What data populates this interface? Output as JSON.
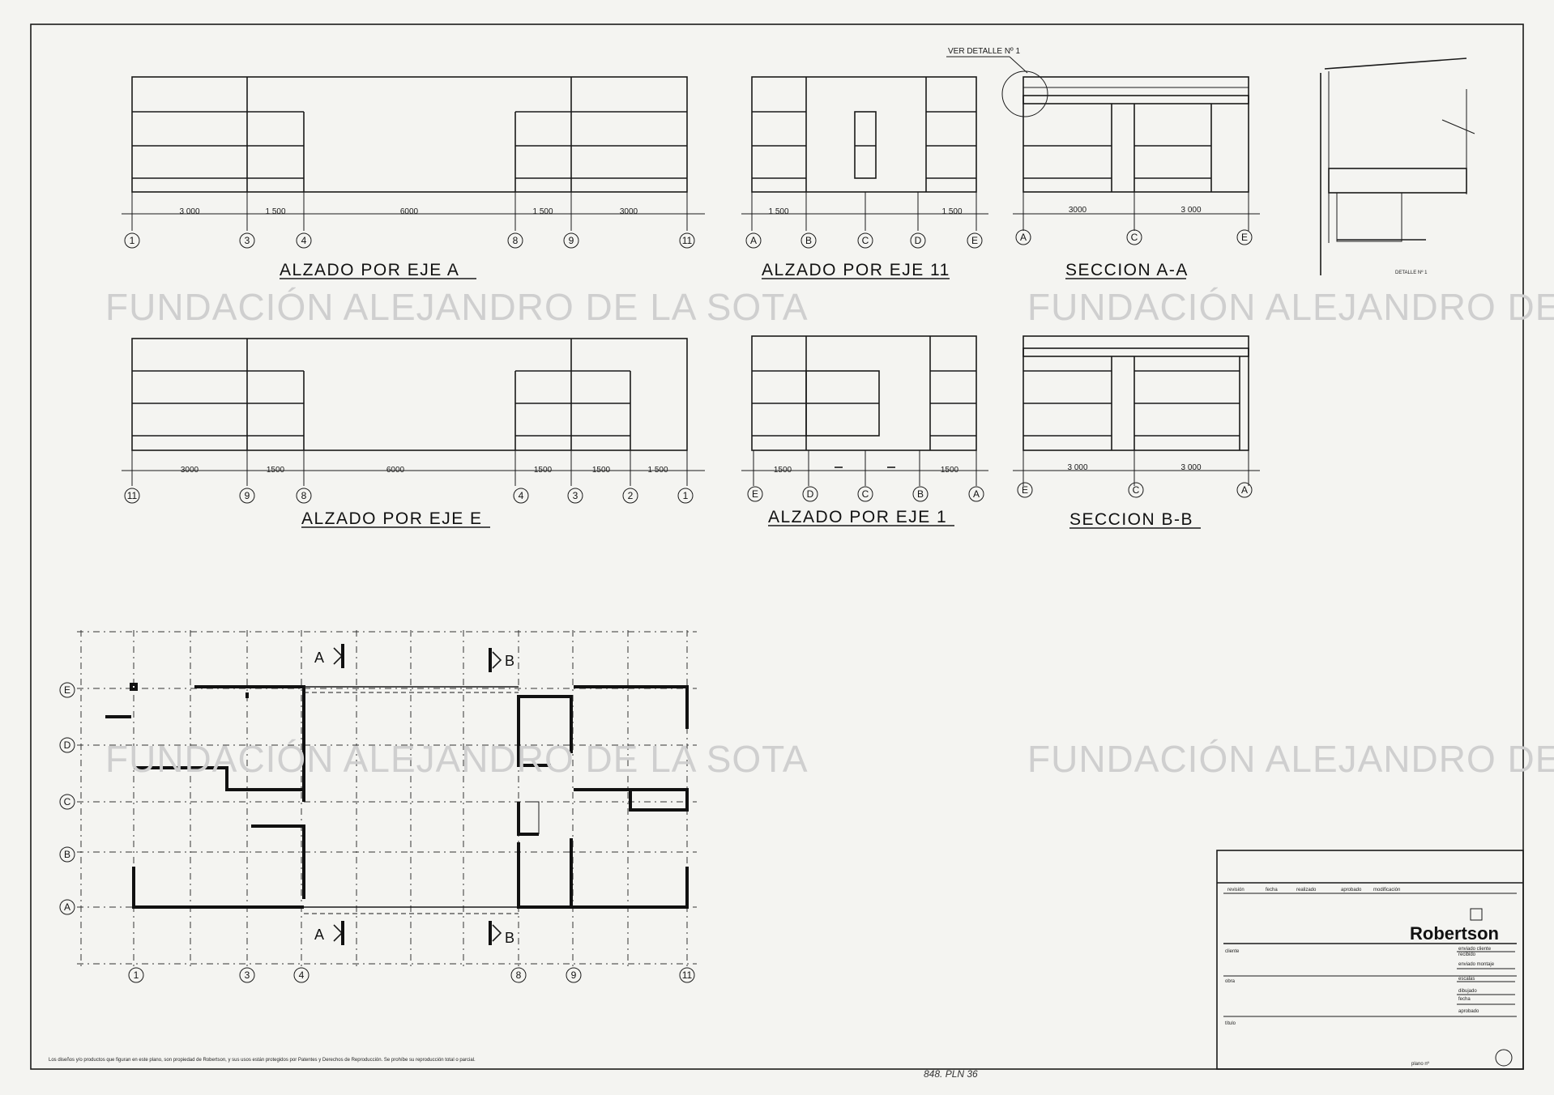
{
  "watermark": {
    "text": "FUNDACIÓN ALEJANDRO DE LA SOTA"
  },
  "titles": {
    "elev_a": "ALZADO POR EJE A",
    "elev_11": "ALZADO POR EJE 11",
    "sec_aa": "SECCION A-A",
    "elev_e": "ALZADO POR EJE E",
    "elev_1": "ALZADO POR EJE 1",
    "sec_bb": "SECCION B-B",
    "detail_ref": "VER DETALLE Nº 1",
    "detail_label": "DETALLE Nº 1"
  },
  "dimensions": {
    "elev_a": [
      "3 000",
      "1 500",
      "6000",
      "1 500",
      "3000"
    ],
    "elev_11": [
      "1 500",
      "1 500"
    ],
    "sec_aa": [
      "3000",
      "3 000"
    ],
    "elev_e": [
      "3000",
      "1500",
      "6000",
      "1500",
      "1500",
      "1 500"
    ],
    "elev_1": [
      "1500",
      "1500"
    ],
    "sec_bb": [
      "3 000",
      "3 000"
    ]
  },
  "axes": {
    "elev_a": [
      "1",
      "3",
      "4",
      "8",
      "9",
      "11"
    ],
    "elev_11": [
      "A",
      "B",
      "C",
      "D",
      "E"
    ],
    "sec_aa": [
      "A",
      "C",
      "E"
    ],
    "elev_e": [
      "11",
      "9",
      "8",
      "4",
      "3",
      "2",
      "1"
    ],
    "elev_1": [
      "E",
      "D",
      "C",
      "B",
      "A"
    ],
    "sec_bb": [
      "E",
      "C",
      "A"
    ],
    "plan_cols": [
      "1",
      "3",
      "4",
      "8",
      "9",
      "11"
    ],
    "plan_rows": [
      "E",
      "D",
      "C",
      "B",
      "A"
    ]
  },
  "section_marks": {
    "a": "A",
    "b": "B"
  },
  "title_block": {
    "header": [
      "revisión",
      "fecha",
      "realizado",
      "aprobado",
      "modificación"
    ],
    "brand": "Robertson",
    "right_labels": [
      "enviado cliente",
      "recibido",
      "enviado montaje",
      "escalas",
      "dibujado",
      "fecha",
      "aprobado"
    ],
    "left_labels": [
      "cliente",
      "obra",
      "título"
    ],
    "plano": "plano nº"
  },
  "footer": {
    "note": "Los diseños y/o productos que figuran en este plano, son propiedad de Robertson, y sus usos están protegidos por Patentes y Derechos de Reproducción. Se prohíbe su reproducción total o parcial.",
    "handwritten": "848. PLN 36"
  }
}
